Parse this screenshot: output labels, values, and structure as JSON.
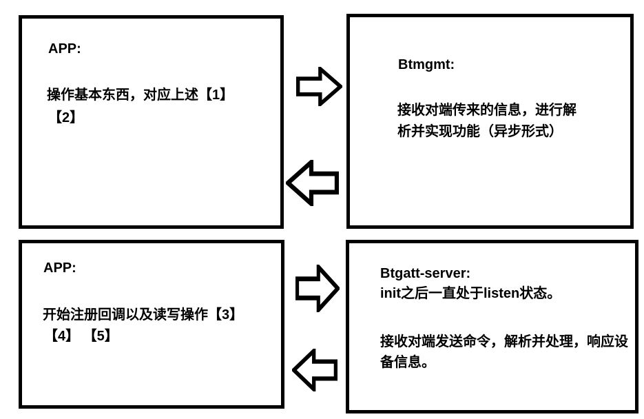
{
  "boxes": {
    "app_basic": {
      "title": "APP:",
      "body": [
        "操作基本东西，对应上述【1】",
        "【2】"
      ]
    },
    "btmgmt": {
      "title": "Btmgmt:",
      "body": [
        "接收对端传来的信息，进行解",
        "析并实现功能（异步形式）"
      ]
    },
    "app_gatt": {
      "title": "APP:",
      "body": [
        "开始注册回调以及读写操作【3】",
        "【4】 【5】"
      ]
    },
    "btgatt_server": {
      "title": "Btgatt-server:",
      "subtitle": "init之后一直处于listen状态。",
      "body": [
        "接收对端发送命令，解析并处理，响应设",
        "备信息。"
      ]
    }
  },
  "arrows": [
    {
      "name": "top-forward",
      "direction": "right"
    },
    {
      "name": "top-return",
      "direction": "left"
    },
    {
      "name": "bottom-forward",
      "direction": "right"
    },
    {
      "name": "bottom-return",
      "direction": "left"
    }
  ],
  "colors": {
    "background": "#ffffff",
    "line": "#000000",
    "text": "#000000"
  }
}
